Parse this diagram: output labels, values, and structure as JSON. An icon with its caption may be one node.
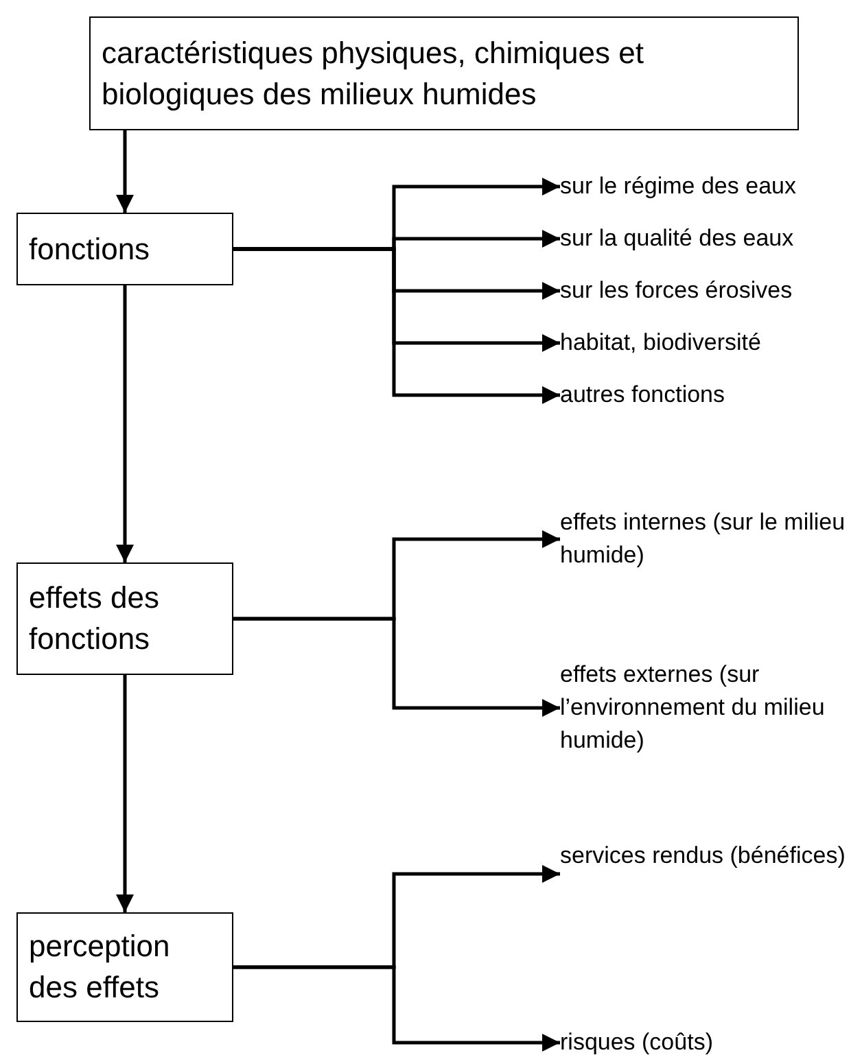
{
  "diagram": {
    "nodes": [
      {
        "text": [
          "caractéristiques physiques, chimiques et biologiques des milieux humides"
        ]
      },
      {
        "text": [
          "fonctions"
        ]
      },
      {
        "text": [
          "sur le régime des eaux"
        ]
      },
      {
        "text": [
          "sur la qualité des eaux"
        ]
      },
      {
        "text": [
          "sur les forces érosives"
        ]
      },
      {
        "text": [
          "habitat, biodiversité"
        ]
      },
      {
        "text": [
          "autres fonctions"
        ]
      },
      {
        "text": [
          "effets des fonctions"
        ]
      },
      {
        "text": [
          "effets internes (sur le milieu humide)"
        ]
      },
      {
        "text": [
          "effets externes (sur l’environnement du milieu humide)"
        ]
      },
      {
        "text": [
          "perception des effets"
        ]
      },
      {
        "text": [
          "services rendus (bénéfices)"
        ]
      },
      {
        "text": [
          "risques (coûts)"
        ]
      }
    ],
    "edges": [
      {
        "from": 0,
        "to": 1,
        "arrow": "to"
      },
      {
        "from": 1,
        "to": 2,
        "arrow": "to"
      },
      {
        "from": 1,
        "to": 3,
        "arrow": "to"
      },
      {
        "from": 1,
        "to": 4,
        "arrow": "to"
      },
      {
        "from": 1,
        "to": 5,
        "arrow": "to"
      },
      {
        "from": 1,
        "to": 6,
        "arrow": "to"
      },
      {
        "from": 1,
        "to": 7,
        "arrow": "to"
      },
      {
        "from": 7,
        "to": 8,
        "arrow": "to"
      },
      {
        "from": 7,
        "to": 9,
        "arrow": "to"
      },
      {
        "from": 7,
        "to": 10,
        "arrow": "to"
      },
      {
        "from": 10,
        "to": 11,
        "arrow": "to"
      },
      {
        "from": 10,
        "to": 12,
        "arrow": "to"
      }
    ]
  }
}
